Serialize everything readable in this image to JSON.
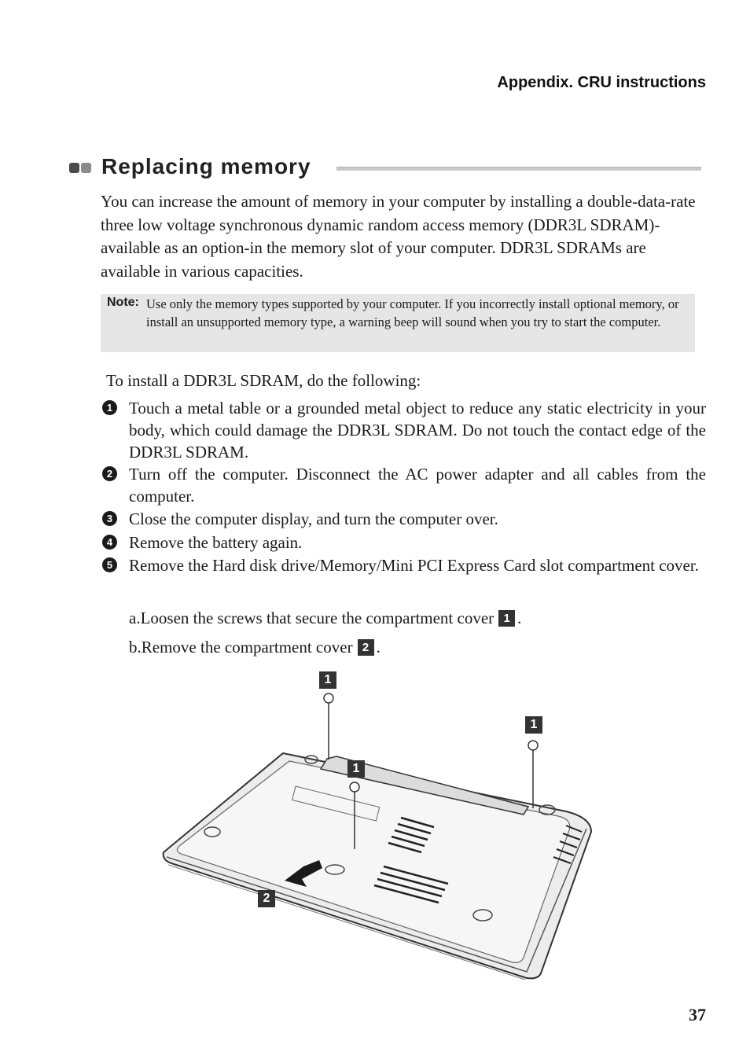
{
  "header": {
    "section": "Appendix. CRU instructions"
  },
  "title": "Replacing memory",
  "intro": "You can increase the amount of memory in your computer by installing a double-data-rate three  low voltage synchronous dynamic random access memory (DDR3L SDRAM)-available as an option-in the memory slot of your computer. DDR3L SDRAMs are available in various capacities.",
  "note": {
    "label": "Note:",
    "text": "Use only the memory types supported by your computer. If you incorrectly install optional memory, or install an unsupported memory type, a warning beep will sound when you try to start the computer."
  },
  "steps_intro": "To install a DDR3L SDRAM, do the following:",
  "steps": [
    {
      "num": "1",
      "text": "Touch a metal table or a grounded metal object to reduce any static electricity in your body, which could damage the DDR3L SDRAM. Do not touch the contact edge of the DDR3L SDRAM."
    },
    {
      "num": "2",
      "text": "Turn off the computer. Disconnect the AC power adapter and all cables from the computer."
    },
    {
      "num": "3",
      "text": "Close the computer display, and turn the computer over."
    },
    {
      "num": "4",
      "text": "Remove the battery again."
    },
    {
      "num": "5",
      "text": "Remove the Hard disk drive/Memory/Mini PCI Express Card slot compartment cover."
    }
  ],
  "substeps": [
    {
      "prefix": "a.",
      "text": "Loosen the screws that secure the compartment cover",
      "badge": "1",
      "suffix": "."
    },
    {
      "prefix": "b.",
      "text": "Remove the compartment cover",
      "badge": "2",
      "suffix": "."
    }
  ],
  "figure": {
    "callouts": [
      "1",
      "1",
      "1",
      "2"
    ]
  },
  "page_number": "37"
}
